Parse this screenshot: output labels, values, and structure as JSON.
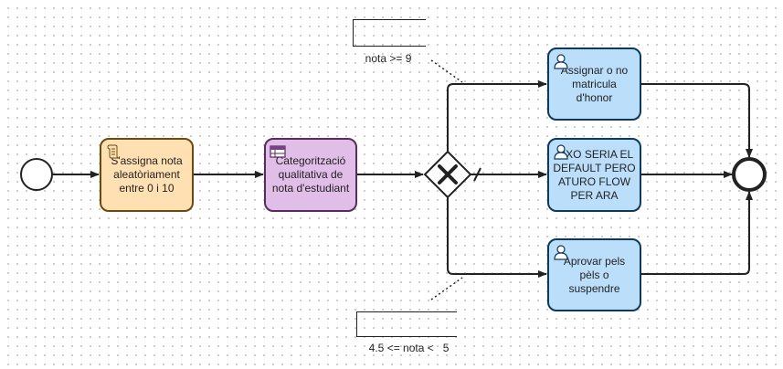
{
  "tasks": {
    "assign_grade": "S'assigna nota aleatòriament entre 0 i 10",
    "categorize": "Categorització qualitativa de nota d'estudiant",
    "honor": "Assignar o no matricula d'honor",
    "default": "AIXO SERIA EL DEFAULT PERO ATURO FLOW PER ARA",
    "approve": "Aprovar pels pèls o suspendre"
  },
  "annotations": {
    "top": "nota >= 9",
    "bottom": "4.5 <= nota <   5"
  },
  "icons": {
    "script_task": "script-icon",
    "business_rule_task": "business-rule-icon",
    "user_task": "user-icon",
    "exclusive_gateway": "x-gateway-icon"
  },
  "colors": {
    "script_fill": "#ffe0b2",
    "rule_fill": "#e1bee7",
    "user_fill": "#bbdefb",
    "stroke": "#222222"
  }
}
